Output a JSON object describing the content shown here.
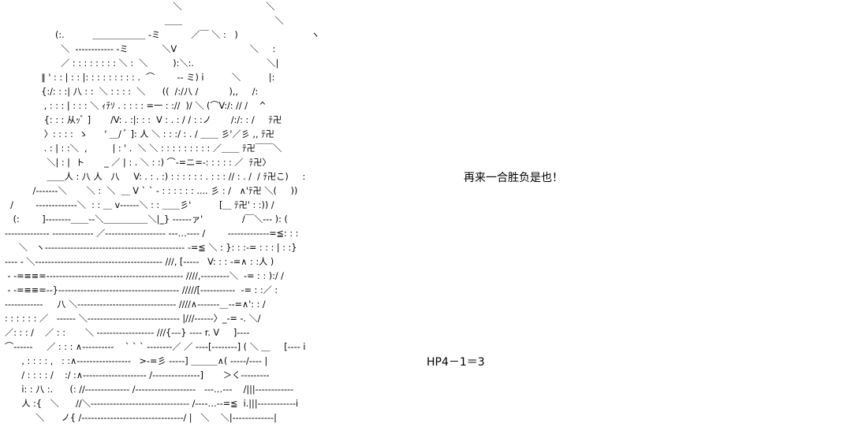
{
  "art_lines": [
    "                                                            ＼                              ＼",
    "                                                         ＿＿                                 ＼",
    "                  (:.          ＿＿＿＿＿＿ ‐ミ           ／￣ ＼ :   )                          ヽ",
    "                    ＼  -‐‐‐‐‐‐‐‐‐‐‐ -ミ            ＼V                          ＼     :",
    "                    ／ : : : : : : : : ＼ :  ＼         ):＼:.                          ＼|",
    "             ∥ ' : : | : : |: : : : : : : : : .  ⌒        ‐‐ ミ) i          ＼          |:",
    "             {:/: : :| 八 : :  ＼ : : : :  ＼      ((  /:/八 /           ),,     /:",
    "              , : : : | : : : ＼ ｨﾃｿ . : : : : =一 : ://  )/ ＼ (⌒V:/: // /    ^",
    "              {: : : 从ｯﾞ ]       /V: . :|: : :  V : . : / / : :ノ       /:/: : /     ﾃ卍",
    "              〉: : : :  ゝ      ' ＿/ ﾞ ]: 人 ＼ : : :/ : . / ＿＿ 彡'／彡 ,, ﾃ卍",
    "              . : | : :＼  ,         | : ' .  ＼ ＼ : : : : : : : : : ／＿＿ ﾃ卍￣￣＼",
    "               ＼| : |  ト       _ ／ | : . ＼ : :) ⌒‐=ニ=‐: : : : : ／  ﾃ卍〉",
    "               ＿＿人 : 八 人   八     V: . : . :) : : : : : : . : : : // : . /  / ﾃ卍こ)     :",
    "          /‐‐‐‐‐‐‐＼       ＼ :  ＼  ＿ V ` ` ‐ : : : : : : .... 彡 : /   ∧'ﾃ卍 ＼(     ))",
    "  /        ‐‐‐‐‐‐‐‐‐‐‐‐‐＼  : : ＿ v‐‐‐‐‐‐＼ : : ＿＿彡'          [＿ ﾃ卍' : :)) /",
    "   (:        ]‐‐‐‐‐‐‐‐＿＿‐‐＼＿＿＿＿＿＼|_} ‐‐‐‐‐‐ァ'              /￣＼‐‐‐ ): (",
    "‐‐‐‐‐‐‐‐‐‐‐‐‐‐ -‐‐‐‐‐‐‐‐‐‐‐‐ ／‐‐‐‐‐‐‐‐‐‐‐‐‐‐‐‐‐‐‐ -‐‐…‐‐‐‐ /        -‐‐‐‐‐‐‐‐‐‐‐‐=≦: : :",
    "     ＼   ヽ‐‐‐‐‐‐‐‐‐‐‐‐‐‐‐‐‐‐‐‐‐‐‐‐‐‐‐‐‐‐‐‐‐‐‐‐‐‐‐‐‐‐‐‐ ‐=≦ ＼ : }: : :‐= : : : | : :}",
    "‐‐‐‐ ‐ ＼‐‐‐‐‐‐‐‐‐‐‐‐‐‐‐‐‐‐‐‐‐‐‐‐‐‐‐‐‐‐‐‐‐‐‐‐‐‐‐‐ ///, [‐‐‐‐‐   V: : : ‐=∧ : :人 )",
    " ‐ ‐=≡≡=‐‐‐‐‐‐‐‐‐‐‐‐‐‐‐‐‐‐‐‐‐‐‐‐‐‐‐‐‐‐‐‐‐‐‐‐‐‐‐‐‐‐‐ ////,‐‐‐‐‐‐‐‐‐＼  ‐= : : ):/ /",
    " ‐ ‐=≡≡=‐‐}‐‐‐‐‐‐‐‐‐‐‐‐‐‐‐‐‐‐‐‐‐‐‐‐‐‐‐‐‐‐‐‐‐‐‐‐‐‐ /////[‐‐‐‐‐‐‐‐‐‐‐  ‐= : :／ :",
    "‐‐‐‐‐‐‐‐‐‐‐‐     八 ＼‐‐‐‐‐‐‐‐‐‐‐‐‐‐‐‐‐‐‐‐‐‐‐‐‐‐‐‐‐‐‐ ////∧‐‐‐‐‐‐‐＿‐‐=∧': : /",
    ": : : : : : ／   ‐‐‐‐‐‐ ＼‐‐‐‐‐‐‐‐‐‐‐‐‐‐‐‐‐‐‐‐‐‐‐‐‐‐‐‐‐ |///‐‐‐‐‐‐〉_‐= ‐. ＼/",
    "／: : : /    ／ : :       ＼ ‐‐‐‐‐‐‐‐‐‐‐‐‐‐‐‐‐‐ ///{‐‐‐} ‐‐‐‐ r. V     ]‐‐‐‐",
    "⌒‐‐‐‐‐‐     ／ : : : ∧‐‐‐‐‐‐‐‐‐‐    ` ` ` ‐‐‐‐‐‐‐‐／ ／ ‐‐‐‐[‐‐‐‐‐‐‐‐] ( ＼ ＿     [‐‐‐‐ i",
    "      , : : : : ,   : :∧‐‐‐‐‐‐‐‐‐‐‐‐‐‐‐‐‐   >‐=彡 ‐‐‐‐‐] ＿＿＿∧( ‐‐‐‐‐/‐‐‐‐ |",
    "      / : : : : /    :/ :∧‐‐‐‐‐‐‐‐‐‐‐‐‐‐‐‐‐‐‐‐ /‐‐‐‐‐‐‐‐‐‐‐‐‐‐‐]       ＞く‐‐‐‐‐‐‐‐‐",
    "      i: : 八 :.      (: //‐‐‐‐‐‐‐‐‐‐‐‐‐‐ /‐‐‐‐‐‐‐‐‐‐‐‐‐‐‐‐‐‐‐   ‐‐‐…‐‐‐    /|||‐‐‐‐‐‐‐‐‐‐‐‐",
    "      人 :{   ＼      //＼‐‐‐‐‐‐‐‐‐‐‐‐‐‐‐‐‐‐‐‐‐‐‐‐‐‐‐‐‐‐‐ /‐‐‐‐…‐‐=≦  i.|||‐‐‐‐‐‐‐‐‐‐‐‐i",
    "           ＼      ノ{ /‐‐‐‐‐‐‐‐‐‐‐‐‐‐‐‐‐‐‐‐‐‐‐‐‐‐‐‐‐‐‐‐/ |   ＼    ＼|‐‐‐‐‐‐‐‐‐‐‐‐‐|"
  ],
  "dialogue": "再来一合胜负是也！",
  "hp_text": "HP4－1＝3"
}
